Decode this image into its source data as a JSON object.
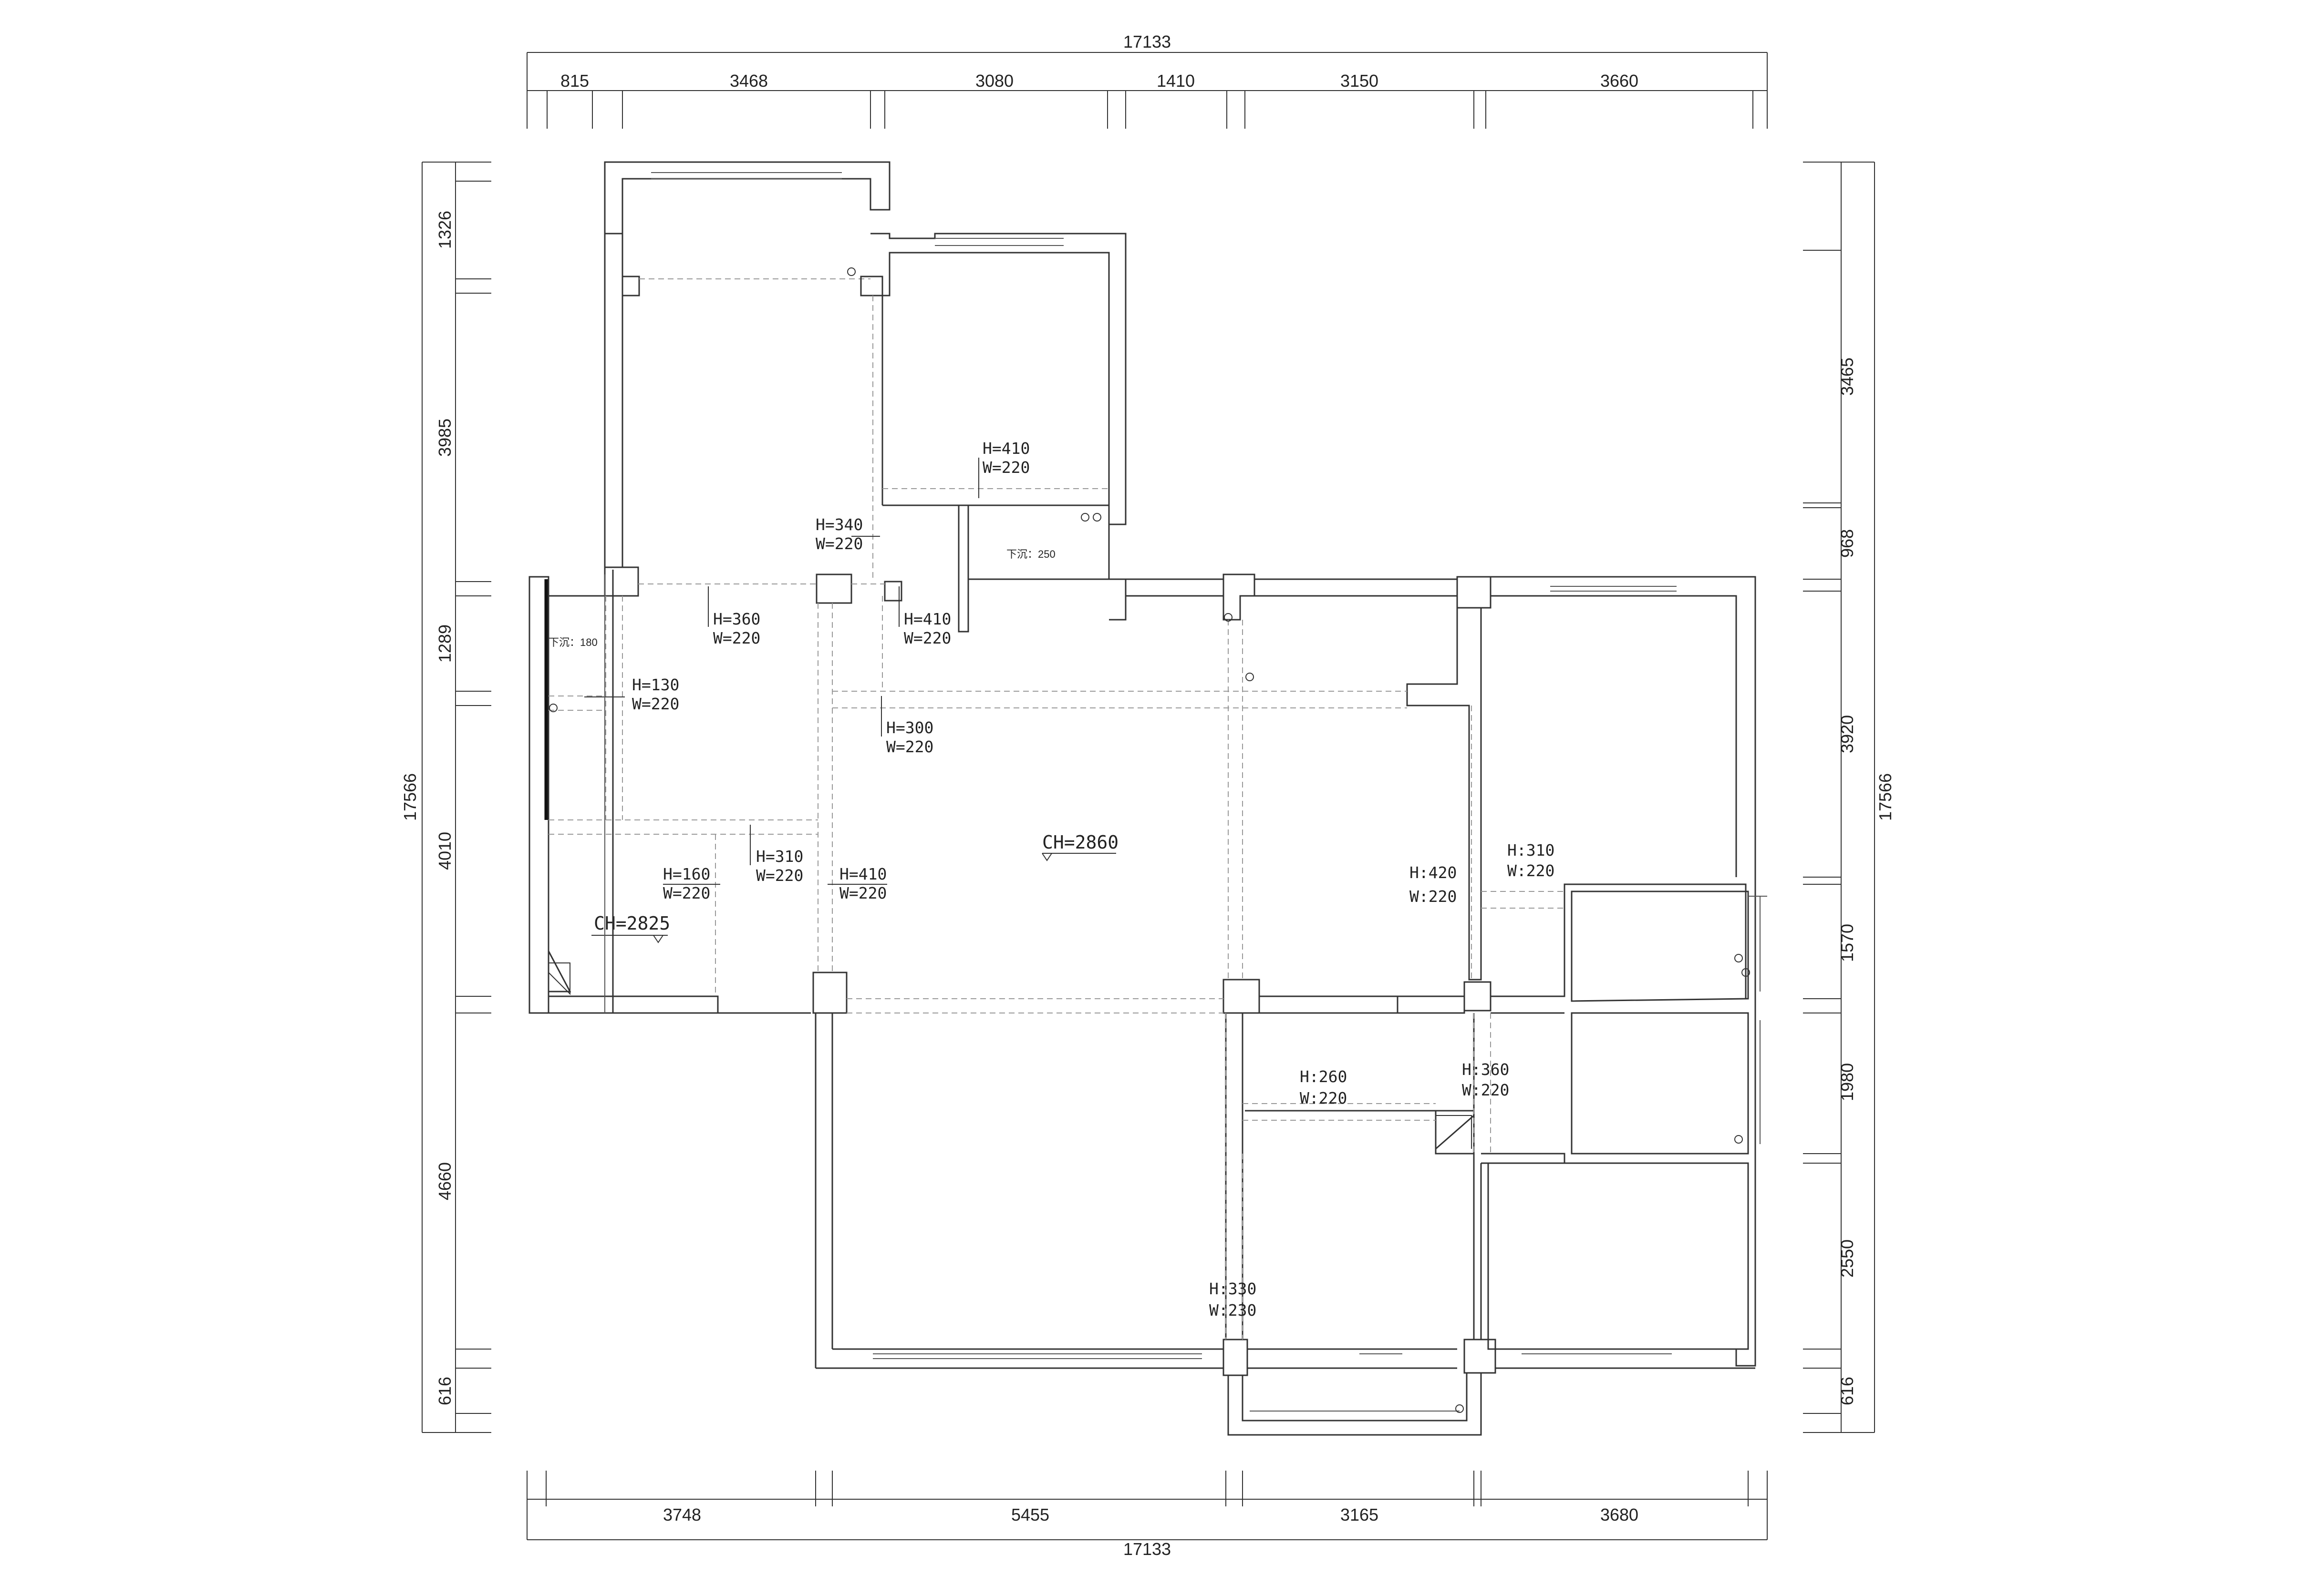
{
  "dimensions": {
    "top_total": "17133",
    "top_segments": [
      "815",
      "3468",
      "3080",
      "1410",
      "3150",
      "3660"
    ],
    "bottom_total": "17133",
    "bottom_segments": [
      "3748",
      "5455",
      "3165",
      "3680"
    ],
    "left_total": "17566",
    "left_segments": [
      "1326",
      "3985",
      "1289",
      "4010",
      "4660",
      "616"
    ],
    "right_total": "17566",
    "right_segments": [
      "3465",
      "968",
      "3920",
      "1570",
      "1980",
      "2550",
      "616"
    ]
  },
  "ceilings": {
    "main": "CH=2860",
    "left": "CH=2825"
  },
  "beams": [
    {
      "h": "H=410",
      "w": "W=220"
    },
    {
      "h": "H=340",
      "w": "W=220"
    },
    {
      "h": "H=360",
      "w": "W=220"
    },
    {
      "h": "H=410",
      "w": "W=220"
    },
    {
      "h": "H=130",
      "w": "W=220"
    },
    {
      "h": "H=300",
      "w": "W=220"
    },
    {
      "h": "H=310",
      "w": "W=220"
    },
    {
      "h": "H=160",
      "w": "W=220"
    },
    {
      "h": "H=410",
      "w": "W=220"
    },
    {
      "h": "H:420",
      "w": "W:220"
    },
    {
      "h": "H:310",
      "w": "W:220"
    },
    {
      "h": "H:260",
      "w": "W:220"
    },
    {
      "h": "H:360",
      "w": "W:220"
    },
    {
      "h": "H:330",
      "w": "W:230"
    }
  ],
  "sunken": [
    {
      "label": "下沉：250"
    },
    {
      "label": "下沉：180"
    }
  ]
}
